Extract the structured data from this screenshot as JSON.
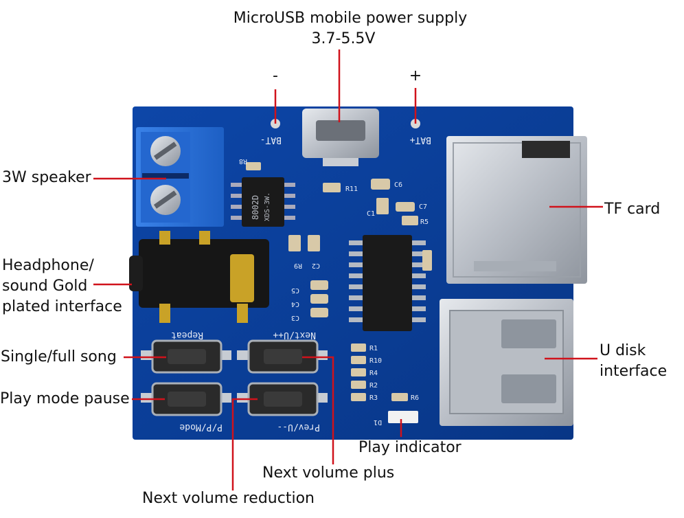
{
  "colors": {
    "pcb": "#0b3f9c",
    "pcb_dark": "#082f78",
    "silkscreen": "#e8ecf5",
    "leader": "#d0121b",
    "metal": "#c9cdd3",
    "metal_dark": "#8e959e",
    "terminal_blue": "#2a6fd6",
    "chip": "#1a1a1a",
    "gold": "#c9a227",
    "label_text": "#111111"
  },
  "labels": {
    "usb_title": "MicroUSB mobile power supply",
    "usb_voltage": "3.7-5.5V",
    "minus": "-",
    "plus": "+",
    "speaker": "3W speaker",
    "headphone_1": "Headphone/",
    "headphone_2": "sound Gold",
    "headphone_3": "plated interface",
    "single_full": "Single/full song",
    "play_mode": "Play mode pause",
    "tf_card": "TF card",
    "udisk_1": "U disk",
    "udisk_2": "interface",
    "play_indicator": "Play indicator",
    "next_plus": "Next volume plus",
    "next_reduction": "Next volume reduction"
  },
  "silkscreen": {
    "bat_minus": "BAT-",
    "bat_plus": "BAT+",
    "repeat": "Repeat",
    "next_u": "Next/U++",
    "ppmode": "P/P/Mode",
    "prev_u": "Prev/U--",
    "r8": "R8",
    "r9": "R9",
    "c2": "C2",
    "c5": "C5",
    "c4": "C4",
    "c3": "C3",
    "r11": "R11",
    "c6": "C6",
    "c1": "C1",
    "c7": "C7",
    "r5": "R5",
    "r1": "R1",
    "r10": "R10",
    "r4": "R4",
    "r2": "R2",
    "r3": "R3",
    "r6": "R6",
    "d1": "D1",
    "chip_code_1": "8002D",
    "chip_code_2": "XDS-3W."
  }
}
